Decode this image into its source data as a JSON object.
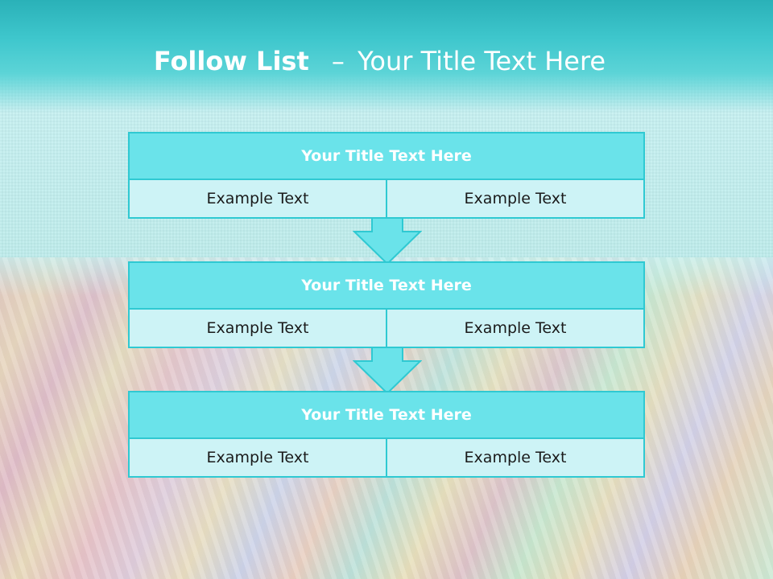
{
  "slide": {
    "title_bold": "Follow List",
    "title_dash": "–",
    "title_rest": "Your Title Text Here"
  },
  "blocks": [
    {
      "title": "Your Title Text Here",
      "left": "Example Text",
      "right": "Example Text"
    },
    {
      "title": "Your Title Text Here",
      "left": "Example Text",
      "right": "Example Text"
    },
    {
      "title": "Your Title Text Here",
      "left": "Example Text",
      "right": "Example Text"
    }
  ],
  "colors": {
    "header": "#3fc7cd",
    "block_title_fill": "#6ae3ea",
    "block_cell_fill": "#cdf3f6",
    "border": "#2fc9d2",
    "arrow_fill": "#6ae3ea"
  }
}
